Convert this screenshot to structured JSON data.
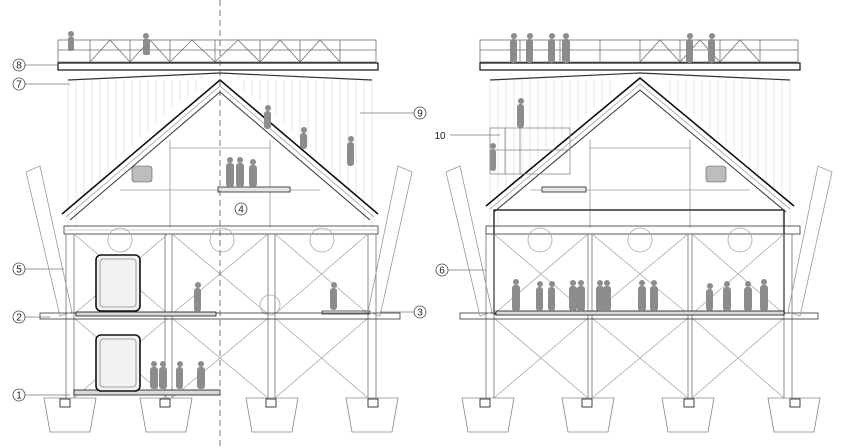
{
  "callouts": [
    {
      "id": "c1",
      "text": "1"
    },
    {
      "id": "c2",
      "text": "2"
    },
    {
      "id": "c3",
      "text": "3"
    },
    {
      "id": "c4",
      "text": "4"
    },
    {
      "id": "c5",
      "text": "5"
    },
    {
      "id": "c6",
      "text": "6"
    },
    {
      "id": "c7",
      "text": "7"
    },
    {
      "id": "c8",
      "text": "8"
    },
    {
      "id": "c9",
      "text": "9"
    },
    {
      "id": "c10",
      "text": "10"
    }
  ],
  "colors": {
    "line": "#6f6f6f",
    "light": "#bdbdbd",
    "dark": "#111111",
    "figure": "#8c8c8c"
  }
}
